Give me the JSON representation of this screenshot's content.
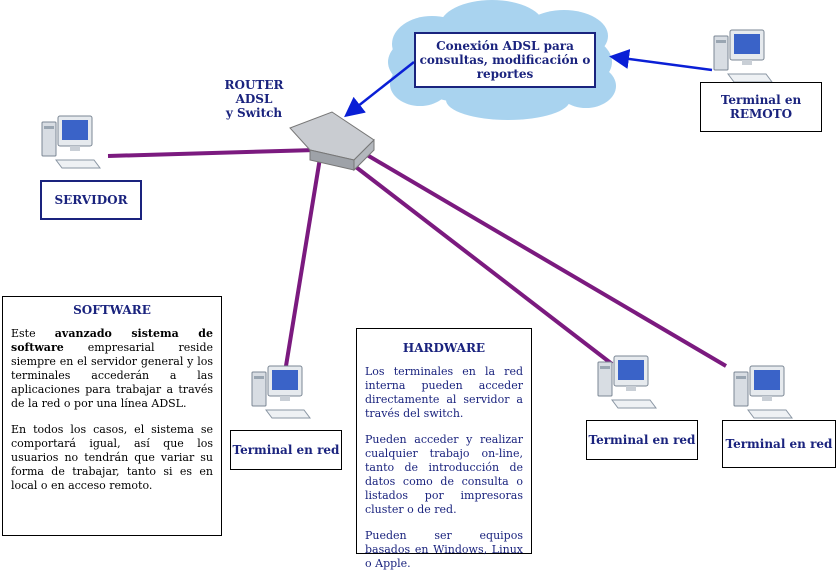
{
  "cloud": {
    "text": "Conexión ADSL para consultas, modificación o reportes"
  },
  "router": {
    "line1": "ROUTER",
    "line2": "ADSL",
    "line3": "y  Switch"
  },
  "servidor": {
    "label": "SERVIDOR"
  },
  "remote_terminal": {
    "label": "Terminal en REMOTO"
  },
  "terminals": [
    {
      "label": "Terminal en red"
    },
    {
      "label": "Terminal en red"
    },
    {
      "label": "Terminal en red"
    }
  ],
  "software": {
    "title": "SOFTWARE",
    "p1_pre": "Este ",
    "p1_bold": "avanzado sistema de software",
    "p1_post": " empresarial reside siempre en el servidor general y los terminales accederán a las aplicaciones para trabajar a través de la red o por una línea ADSL.",
    "p2": "En todos los casos, el sistema se comportará igual, así que los usuarios no tendrán que variar su forma de trabajar, tanto si es en local o en acceso remoto."
  },
  "hardware": {
    "title": "HARDWARE",
    "p1": "Los terminales en la red interna pueden acceder directamente al servidor a través del switch.",
    "p2": "Pueden acceder y realizar cualquier trabajo on-line, tanto de introducción de datos como de consulta o listados por impresoras cluster o de red.",
    "p3": "Pueden ser equipos basados en Windows, Linux o Apple."
  },
  "colors": {
    "link_line": "#7b1a7f",
    "arrow": "#0a1fd6",
    "cloud": "#a9d3ef",
    "label_text": "#1a237e"
  }
}
